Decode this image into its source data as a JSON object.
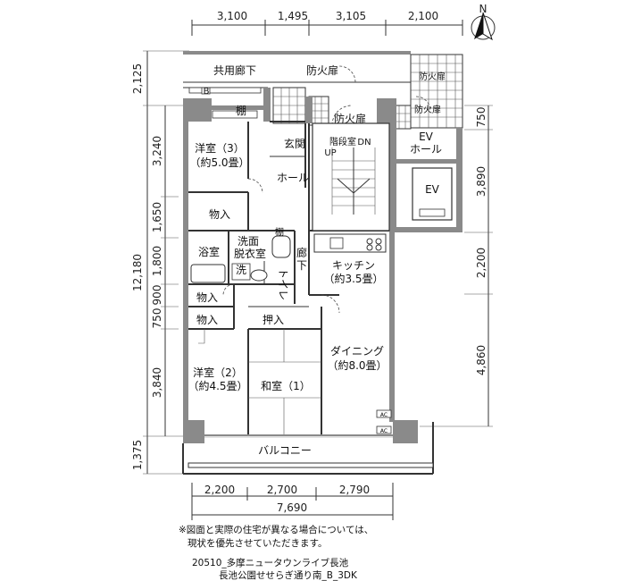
{
  "compass": {
    "north_label": "N"
  },
  "dimensions": {
    "top": [
      "3,100",
      "1,495",
      "3,105",
      "2,100"
    ],
    "left_outer": [
      "2,125",
      "12,180",
      "1,375"
    ],
    "left_inner": [
      "3,240",
      "1,650",
      "1,800",
      "900",
      "750",
      "3,840"
    ],
    "right": [
      "750",
      "3,890",
      "2,200",
      "4,860"
    ],
    "bottom": [
      "2,200",
      "2,700",
      "2,790"
    ],
    "bottom_total": "7,690"
  },
  "rooms": {
    "corridor": "共用廊下",
    "fire_door_1": "防火扉",
    "fire_door_2": "防火扉",
    "fire_door_3": "防火扉",
    "fire_door_4": "防火扉",
    "shelf_1": "棚",
    "shelf_2": "棚",
    "bedroom3_name": "洋室（3）",
    "bedroom3_size": "（約5.0畳）",
    "entrance": "玄関",
    "stair": "階段室",
    "stair_dn": "DN",
    "stair_up": "UP",
    "ev_hall_1": "EV",
    "ev_hall_2": "ホール",
    "ev": "EV",
    "hall": "ホール",
    "storage_1": "物入",
    "storage_2": "物入",
    "storage_3": "物入",
    "closet": "押入",
    "bath": "浴室",
    "washroom_1": "洗面",
    "washroom_2": "脱衣室",
    "sink": "洗",
    "toilet": "トイレ",
    "hallway_1": "廊",
    "hallway_2": "下",
    "kitchen_name": "キッチン",
    "kitchen_size": "（約3.5畳）",
    "dining_name": "ダイニング",
    "dining_size": "（約8.0畳）",
    "bedroom2_name": "洋室（2）",
    "bedroom2_size": "（約4.5畳）",
    "washitsu": "和室（1）",
    "ac_1": "AC",
    "ac_2": "AC",
    "balcony": "バルコニー",
    "b_mark": "B"
  },
  "notes": {
    "line1": "※図面と実際の住宅が異なる場合については、",
    "line2": "現状を優先させていただきます。",
    "code": "20510_多摩ニュータウンライブ長池",
    "name": "長池公園せせらぎ通り南_B_3DK"
  }
}
